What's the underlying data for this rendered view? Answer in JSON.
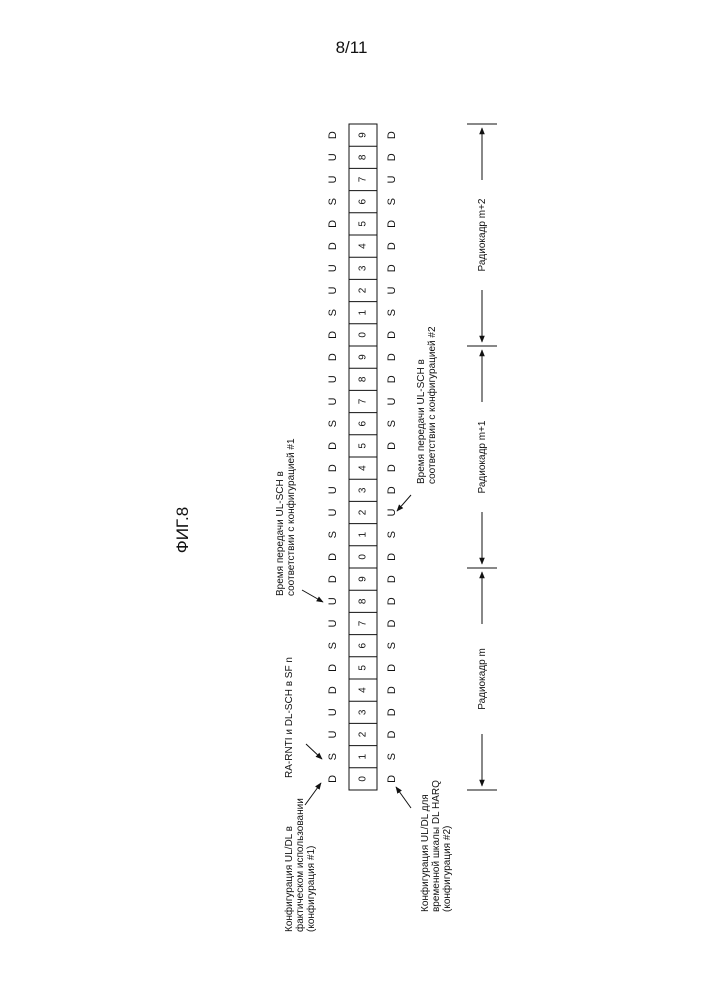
{
  "page_number": "8/11",
  "figure_title": "ФИГ.8",
  "row_configuration_1": [
    "D",
    "S",
    "U",
    "U",
    "D",
    "D",
    "S",
    "U",
    "U",
    "D",
    "D",
    "S",
    "U",
    "U",
    "D",
    "D",
    "S",
    "U",
    "U",
    "D",
    "D",
    "S",
    "U",
    "U",
    "D",
    "D",
    "S",
    "U",
    "U",
    "D"
  ],
  "subframe_numbers": [
    "0",
    "1",
    "2",
    "3",
    "4",
    "5",
    "6",
    "7",
    "8",
    "9",
    "0",
    "1",
    "2",
    "3",
    "4",
    "5",
    "6",
    "7",
    "8",
    "9",
    "0",
    "1",
    "2",
    "3",
    "4",
    "5",
    "6",
    "7",
    "8",
    "9"
  ],
  "row_configuration_2": [
    "D",
    "S",
    "D",
    "D",
    "D",
    "D",
    "S",
    "D",
    "D",
    "D",
    "D",
    "S",
    "U",
    "D",
    "D",
    "D",
    "S",
    "U",
    "D",
    "D",
    "D",
    "S",
    "U",
    "D",
    "D",
    "D",
    "S",
    "U",
    "D",
    "D"
  ],
  "annotations": {
    "config1": [
      "Конфигурация UL/DL в",
      "фактическом использовании",
      "(конфигурация #1)"
    ],
    "config2": [
      "Конфигурация UL/DL для",
      "временной шкалы DL HARQ",
      "(конфигурация #2)"
    ],
    "ra_rnti": "RA-RNTI и DL-SCH в SF n",
    "ulsch1": [
      "Время передачи UL-SCH в",
      "соответствии с конфигурацией #1"
    ],
    "ulsch2": [
      "Время передачи UL-SCH в",
      "соответствии с конфигурацией #2"
    ]
  },
  "radio_frames": [
    "Радиокадр m",
    "Радиокадр m+1",
    "Радиокадр m+2"
  ]
}
